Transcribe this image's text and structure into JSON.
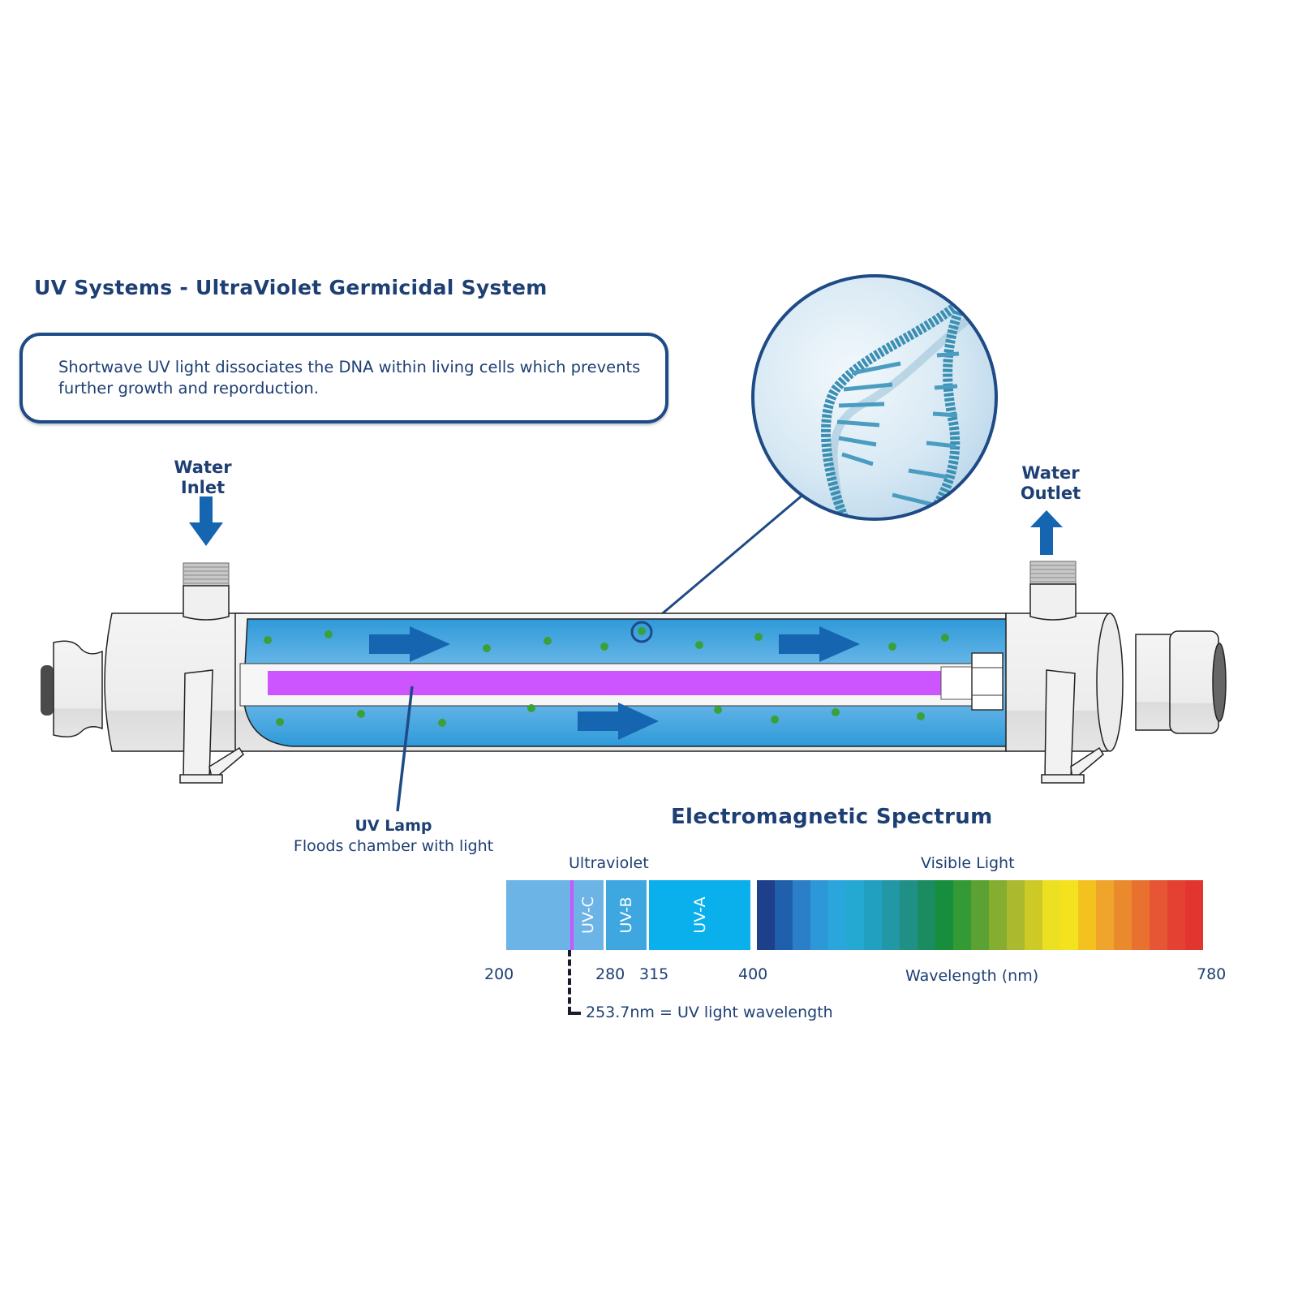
{
  "title": "UV Systems - UltraViolet Germicidal System",
  "description": "Shortwave UV light dissociates the DNA within living cells which prevents further growth and reporduction.",
  "labels": {
    "water_inlet_line1": "Water",
    "water_inlet_line2": "Inlet",
    "water_outlet_line1": "Water",
    "water_outlet_line2": "Outlet",
    "uv_lamp_title": "UV Lamp",
    "uv_lamp_desc": "Floods chamber with light"
  },
  "colors": {
    "text": "#1e3f73",
    "water": "#3fa3e0",
    "lamp": "#cc55ff",
    "flow_arrow": "#1565b0",
    "particle": "#3aa13a"
  },
  "spectrum": {
    "title": "Electromagnetic Spectrum",
    "ultraviolet_label": "Ultraviolet",
    "visible_label": "Visible Light",
    "axis_label": "Wavelength (nm)",
    "ticks": [
      "200",
      "280",
      "315",
      "400",
      "780"
    ],
    "bands": [
      {
        "name": "",
        "from": 200,
        "to": 253.7,
        "color": "#6cb4e6"
      },
      {
        "name": "UV-C",
        "from": 253.7,
        "to": 280,
        "color": "#6cb4e6"
      },
      {
        "name": "UV-B",
        "from": 280,
        "to": 315,
        "color": "#3ea7e0"
      },
      {
        "name": "UV-A",
        "from": 315,
        "to": 400,
        "color": "#0ab0ec"
      }
    ],
    "marker_value": 253.7,
    "marker_label": "253.7nm = UV light wavelength",
    "visible_colors": [
      "#1d3f8c",
      "#1f5fac",
      "#2a7fc8",
      "#2d98d8",
      "#2aa6dd",
      "#24a9d3",
      "#22a0c0",
      "#2298a6",
      "#208f86",
      "#1b8c60",
      "#178d3e",
      "#349a35",
      "#5ca233",
      "#85ad2f",
      "#aab92e",
      "#cdca27",
      "#ece023",
      "#f4e21e",
      "#f4c21f",
      "#efa52b",
      "#ea8a2d",
      "#e87130",
      "#e65634",
      "#e44133",
      "#e33530"
    ]
  }
}
